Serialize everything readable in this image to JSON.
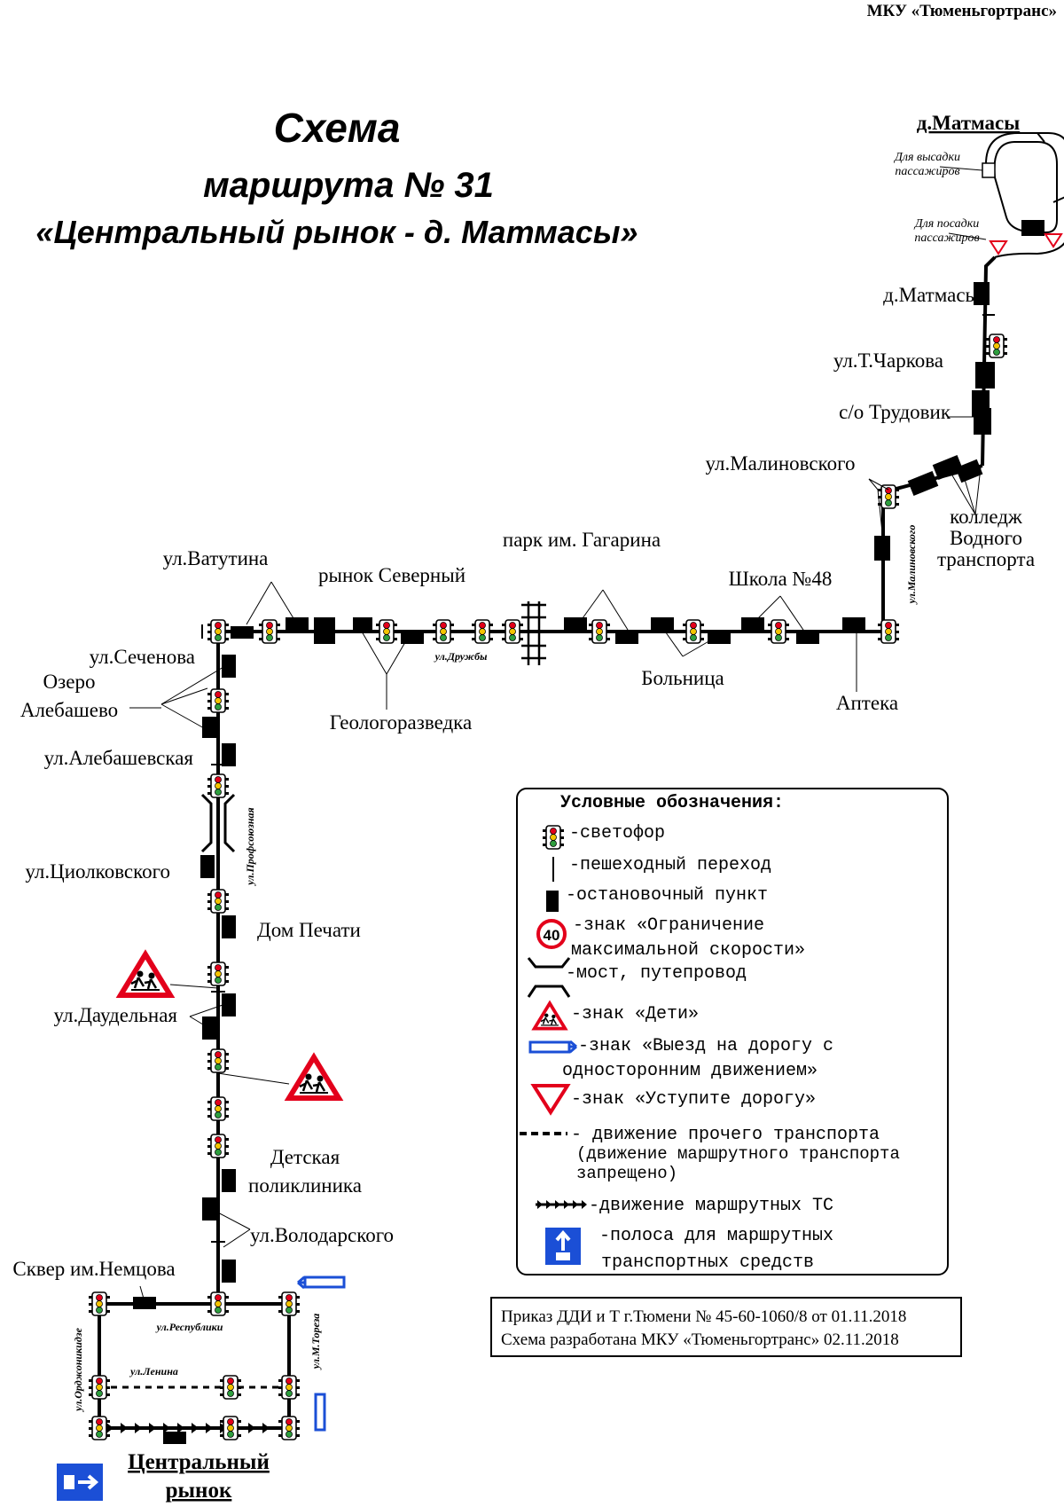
{
  "header": {
    "org": "МКУ «Тюменьгортранс»",
    "title_line1": "Схема",
    "title_line2": "маршрута № 31",
    "title_line3": "«Центральный рынок - д. Матмасы»"
  },
  "terminus_top": {
    "name": "д.Матмасы",
    "drop_off": [
      "Для высадки",
      "пассажиров"
    ],
    "pick_up": [
      "Для посадки",
      "пассажиров"
    ]
  },
  "stops": {
    "matmasy": "д.Матмасы",
    "charkova": "ул.Т.Чаркова",
    "trudovik": "с/о Трудовик",
    "malinovskogo": "ул.Малиновского",
    "college": [
      "колледж",
      "Водного",
      "транспорта"
    ],
    "vatutina": "ул.Ватутина",
    "rynok_severny": "рынок Северный",
    "park_gagarina": "парк им. Гагарина",
    "shkola48": "Школа №48",
    "bolnitsa": "Больница",
    "apteka": "Аптека",
    "geologorazvedka": "Геологоразведка",
    "sechenova": "ул.Сеченова",
    "ozero": [
      "Озеро",
      "Алебашево"
    ],
    "alebashevskaya": "ул.Алебашевская",
    "tsiolkovskogo": "ул.Циолковского",
    "dom_pechati": "Дом Печати",
    "daudelnaya": "ул.Даудельная",
    "detskaya": [
      "Детская",
      "поликлиника"
    ],
    "volodarskogo": "ул.Володарского",
    "skver": "Сквер им.Немцова",
    "central_market": [
      "Центральный",
      "рынок"
    ]
  },
  "streets": {
    "druzhby": "ул.Дружбы",
    "malinovskogo": "ул.Малиновского",
    "profsoyuznaya": "ул.Профсоюзная",
    "respubliki": "ул.Республики",
    "lenina": "ул.Ленина",
    "ordzhonikidze": "ул.Орджоникидзе",
    "toreza": "ул.М.Тореза"
  },
  "legend": {
    "title": "Условные обозначения:",
    "items": [
      "-светофор",
      "-пешеходный переход",
      "-остановочный пункт",
      "-знак «Ограничение",
      "максимальной скорости»",
      "-мост, путепровод",
      "-знак «Дети»",
      "-знак «Выезд на дорогу с",
      "односторонним движением»",
      "-знак «Уступите дорогу»",
      "- движение прочего транспорта",
      "(движение маршрутного транспорта",
      "запрещено)",
      "-движение маршрутных ТС",
      "-полоса для маршрутных",
      "транспортных средств"
    ],
    "speed_limit": "40"
  },
  "order": {
    "line1": "Приказ ДДИ и Т г.Тюмени № 45-60-1060/8 от 01.11.2018",
    "line2": "Схема разработана МКУ «Тюменьгортранс» 02.11.2018"
  },
  "colors": {
    "sign_red": "#e3001b",
    "sign_blue": "#1b4fd6",
    "line": "#000000"
  }
}
